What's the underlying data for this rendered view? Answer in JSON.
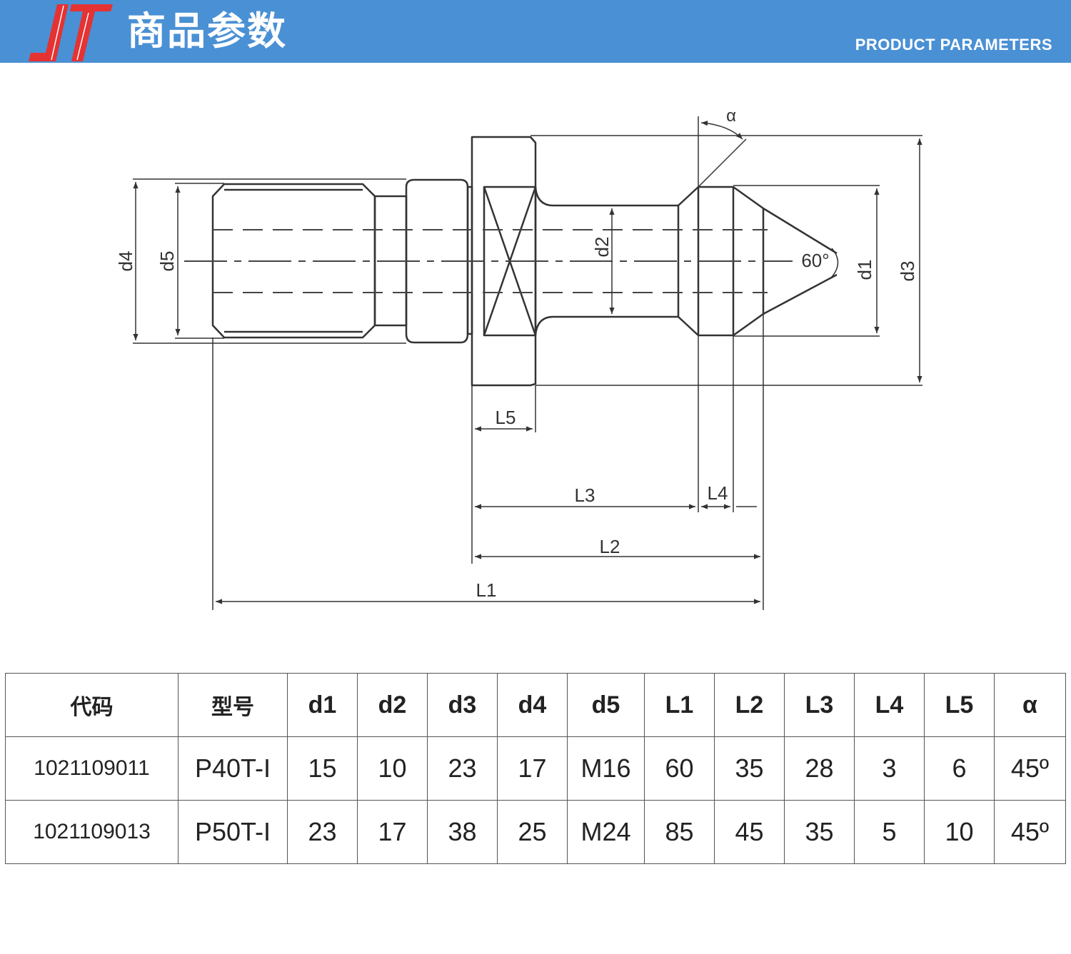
{
  "header": {
    "title_cn": "商品参数",
    "title_en": "PRODUCT PARAMETERS",
    "logo_icon": "jt-logo-icon",
    "bg_color": "#4a90d4",
    "logo_color": "#e53232"
  },
  "diagram": {
    "labels": {
      "d1": "d1",
      "d2": "d2",
      "d3": "d3",
      "d4": "d4",
      "d5": "d5",
      "L1": "L1",
      "L2": "L2",
      "L3": "L3",
      "L4": "L4",
      "L5": "L5",
      "alpha": "α",
      "angle": "60°"
    }
  },
  "table": {
    "headers": [
      "代码",
      "型号",
      "d1",
      "d2",
      "d3",
      "d4",
      "d5",
      "L1",
      "L2",
      "L3",
      "L4",
      "L5",
      "α"
    ],
    "rows": [
      [
        "1021109011",
        "P40T-I",
        "15",
        "10",
        "23",
        "17",
        "M16",
        "60",
        "35",
        "28",
        "3",
        "6",
        "45º"
      ],
      [
        "1021109013",
        "P50T-I",
        "23",
        "17",
        "38",
        "25",
        "M24",
        "85",
        "45",
        "35",
        "5",
        "10",
        "45º"
      ]
    ]
  }
}
